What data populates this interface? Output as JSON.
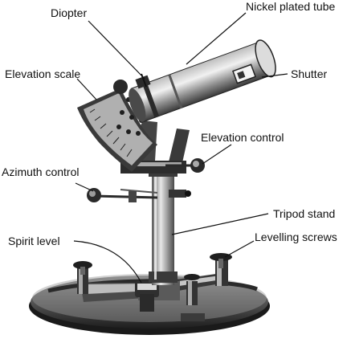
{
  "labels": {
    "diopter": "Diopter",
    "nickel_plated_tube": "Nickel plated tube",
    "shutter": "Shutter",
    "elevation_scale": "Elevation scale",
    "elevation_control": "Elevation control",
    "azimuth_control": "Azimuth control",
    "tripod_stand": "Tripod stand",
    "spirit_level": "Spirit level",
    "levelling_screws": "Levelling screws"
  },
  "colors": {
    "ink": "#111111",
    "metal_dark": "#2a2a2a",
    "metal_mid": "#6e6e6e",
    "metal_light": "#cfcfcf"
  }
}
